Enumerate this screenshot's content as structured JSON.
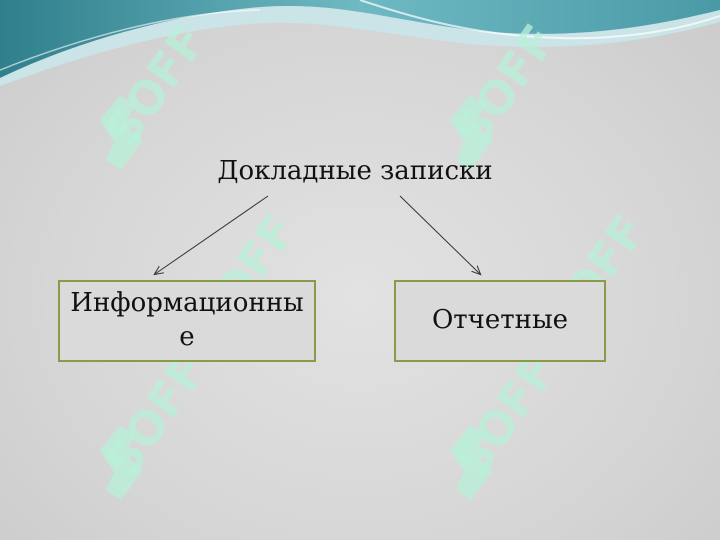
{
  "diagram": {
    "root": {
      "label": "Докладные записки"
    },
    "children": [
      {
        "label": "Информационные"
      },
      {
        "label": "Отчетные"
      }
    ]
  },
  "watermark": {
    "text": "SOFF"
  },
  "colors": {
    "background": "#d8d8d8",
    "header_wave_dark": "#3f8f9a",
    "header_wave_light": "#a9d6dc",
    "box_border": "#8a9a4a",
    "watermark": "#b8f0d8"
  }
}
